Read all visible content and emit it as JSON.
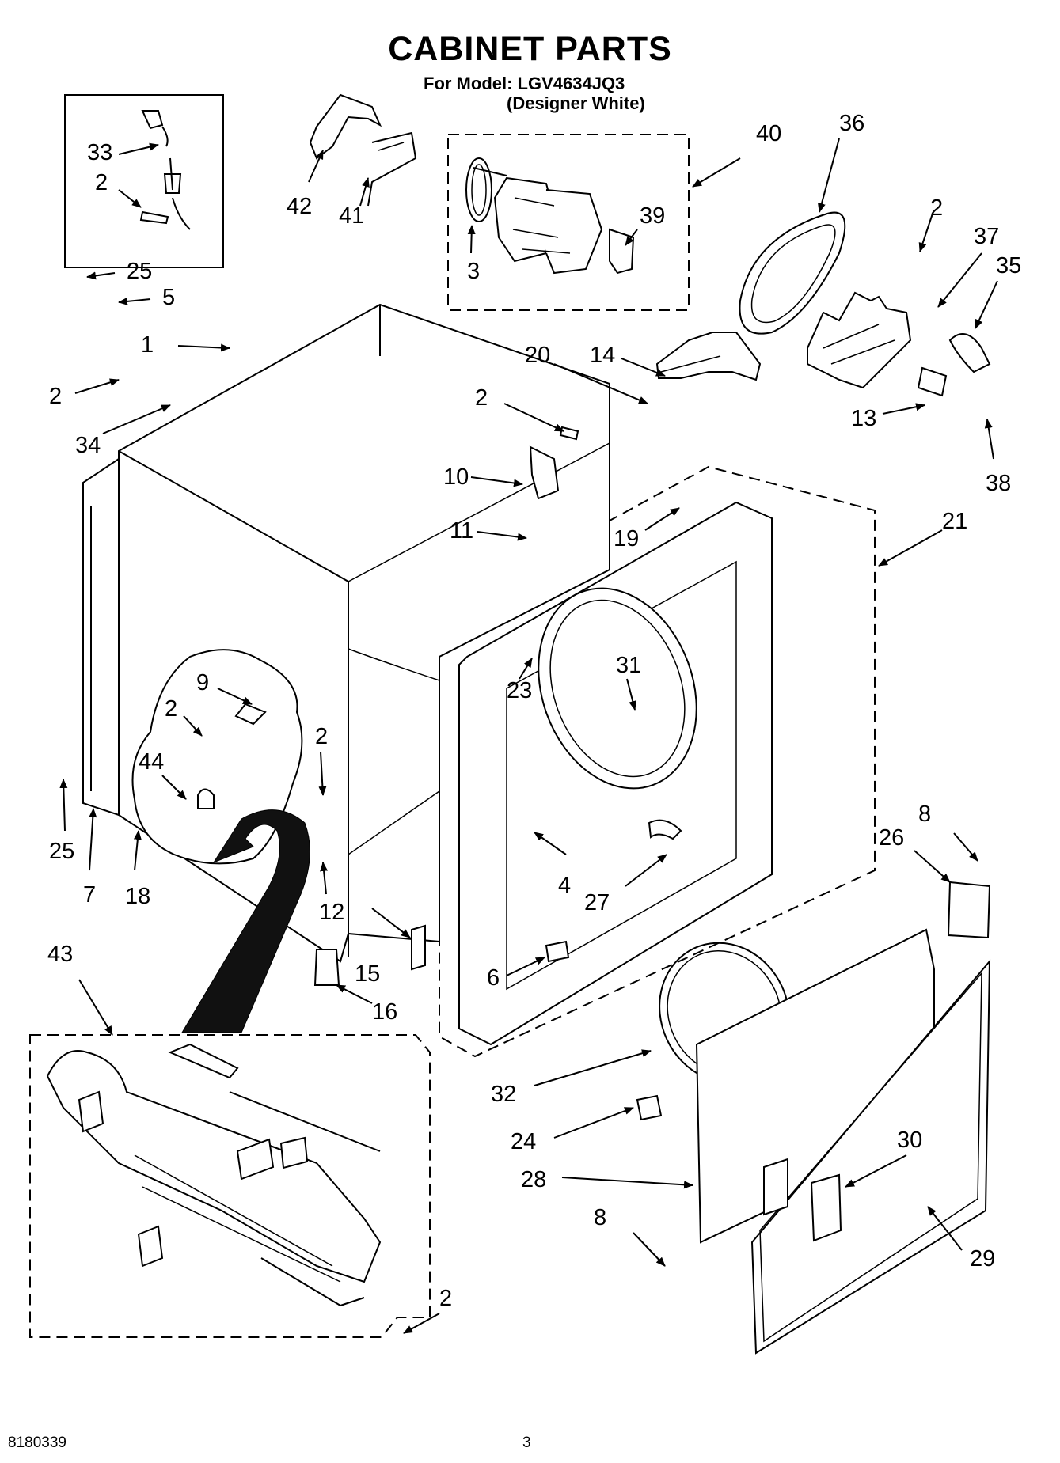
{
  "header": {
    "title": "CABINET PARTS",
    "model_line": "For Model: LGV4634JQ3",
    "variant_line": "(Designer White)"
  },
  "footer": {
    "doc_number": "8180339",
    "page_number": "3"
  },
  "callouts": [
    {
      "id": "c1",
      "text": "33"
    },
    {
      "id": "c2",
      "text": "2"
    },
    {
      "id": "c3",
      "text": "25"
    },
    {
      "id": "c4",
      "text": "5"
    },
    {
      "id": "c5",
      "text": "1"
    },
    {
      "id": "c6",
      "text": "2"
    },
    {
      "id": "c7",
      "text": "34"
    },
    {
      "id": "c8",
      "text": "42"
    },
    {
      "id": "c9",
      "text": "41"
    },
    {
      "id": "c10",
      "text": "3"
    },
    {
      "id": "c11",
      "text": "39"
    },
    {
      "id": "c12",
      "text": "40"
    },
    {
      "id": "c13",
      "text": "36"
    },
    {
      "id": "c14",
      "text": "2"
    },
    {
      "id": "c15",
      "text": "37"
    },
    {
      "id": "c16",
      "text": "35"
    },
    {
      "id": "c17",
      "text": "20"
    },
    {
      "id": "c18",
      "text": "14"
    },
    {
      "id": "c19",
      "text": "13"
    },
    {
      "id": "c20",
      "text": "38"
    },
    {
      "id": "c21",
      "text": "2"
    },
    {
      "id": "c22",
      "text": "10"
    },
    {
      "id": "c23",
      "text": "11"
    },
    {
      "id": "c24",
      "text": "19"
    },
    {
      "id": "c25",
      "text": "21"
    },
    {
      "id": "c26",
      "text": "9"
    },
    {
      "id": "c27",
      "text": "2"
    },
    {
      "id": "c28",
      "text": "44"
    },
    {
      "id": "c29",
      "text": "2"
    },
    {
      "id": "c30",
      "text": "23"
    },
    {
      "id": "c31",
      "text": "31"
    },
    {
      "id": "c32",
      "text": "25"
    },
    {
      "id": "c33",
      "text": "7"
    },
    {
      "id": "c34",
      "text": "18"
    },
    {
      "id": "c35",
      "text": "12"
    },
    {
      "id": "c36",
      "text": "4"
    },
    {
      "id": "c37",
      "text": "27"
    },
    {
      "id": "c38",
      "text": "8"
    },
    {
      "id": "c39",
      "text": "26"
    },
    {
      "id": "c40",
      "text": "15"
    },
    {
      "id": "c41",
      "text": "16"
    },
    {
      "id": "c42",
      "text": "6"
    },
    {
      "id": "c43",
      "text": "43"
    },
    {
      "id": "c44",
      "text": "32"
    },
    {
      "id": "c45",
      "text": "24"
    },
    {
      "id": "c46",
      "text": "30"
    },
    {
      "id": "c47",
      "text": "28"
    },
    {
      "id": "c48",
      "text": "8"
    },
    {
      "id": "c49",
      "text": "29"
    },
    {
      "id": "c50",
      "text": "2"
    }
  ]
}
